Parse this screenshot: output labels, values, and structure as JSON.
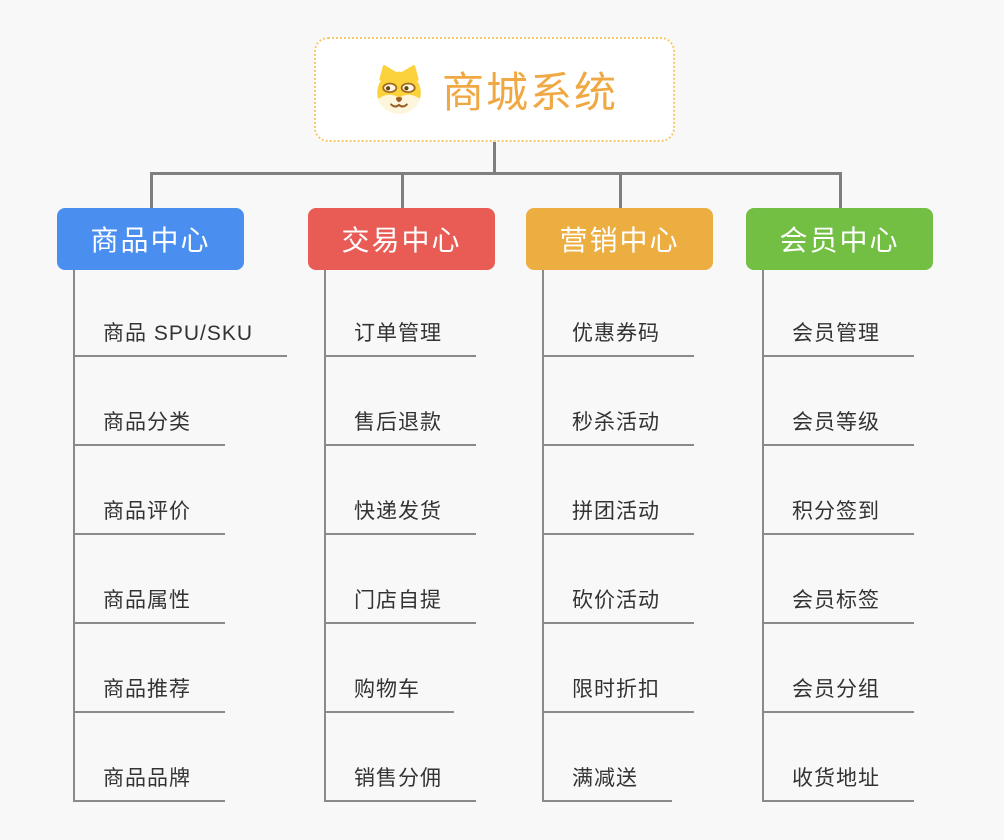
{
  "root": {
    "title": "商城系统",
    "icon": "dog-icon",
    "title_color": "#F0A843",
    "border_color": "#F7C869"
  },
  "branches": [
    {
      "label": "商品中心",
      "color": "#4A8FF0",
      "items": [
        "商品 SPU/SKU",
        "商品分类",
        "商品评价",
        "商品属性",
        "商品推荐",
        "商品品牌"
      ]
    },
    {
      "label": "交易中心",
      "color": "#E85C55",
      "items": [
        "订单管理",
        "售后退款",
        "快递发货",
        "门店自提",
        "购物车",
        "销售分佣"
      ]
    },
    {
      "label": "营销中心",
      "color": "#EDAE41",
      "items": [
        "优惠券码",
        "秒杀活动",
        "拼团活动",
        "砍价活动",
        "限时折扣",
        "满减送"
      ]
    },
    {
      "label": "会员中心",
      "color": "#72BF44",
      "items": [
        "会员管理",
        "会员等级",
        "积分签到",
        "会员标签",
        "会员分组",
        "收货地址"
      ]
    }
  ],
  "colors": {
    "background": "#F8F8F8",
    "connector": "#7F7F7F",
    "item_line": "#8A8A8A",
    "item_text": "#333333",
    "header_text": "#FFFFFF"
  }
}
